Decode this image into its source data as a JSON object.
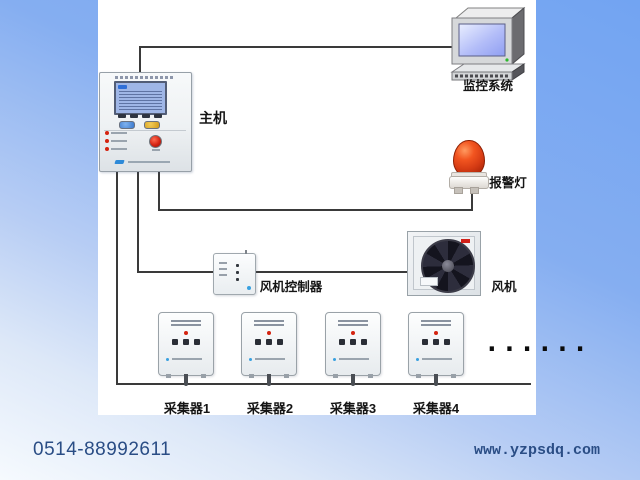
{
  "diagram": {
    "host": {
      "label": "主机"
    },
    "monitor": {
      "label": "监控系统"
    },
    "alarm": {
      "label": "报警灯"
    },
    "fan": {
      "label": "风机"
    },
    "fan_controller": {
      "label": "风机控制器"
    },
    "collectors": [
      {
        "label": "采集器1"
      },
      {
        "label": "采集器2"
      },
      {
        "label": "采集器3"
      },
      {
        "label": "采集器4"
      }
    ],
    "more_indicator": "......"
  },
  "footer": {
    "phone": "0514-88992611",
    "website": "www.yzpsdq.com"
  },
  "colors": {
    "background_blue": "#74a4f0",
    "wire": "#3a3a3a",
    "alarm_red": "#d63c14",
    "host_screen_blue": "#9fb6e6",
    "monitor_screen_blue": "#97a5f0",
    "footer_text_navy": "#2a4d85"
  }
}
